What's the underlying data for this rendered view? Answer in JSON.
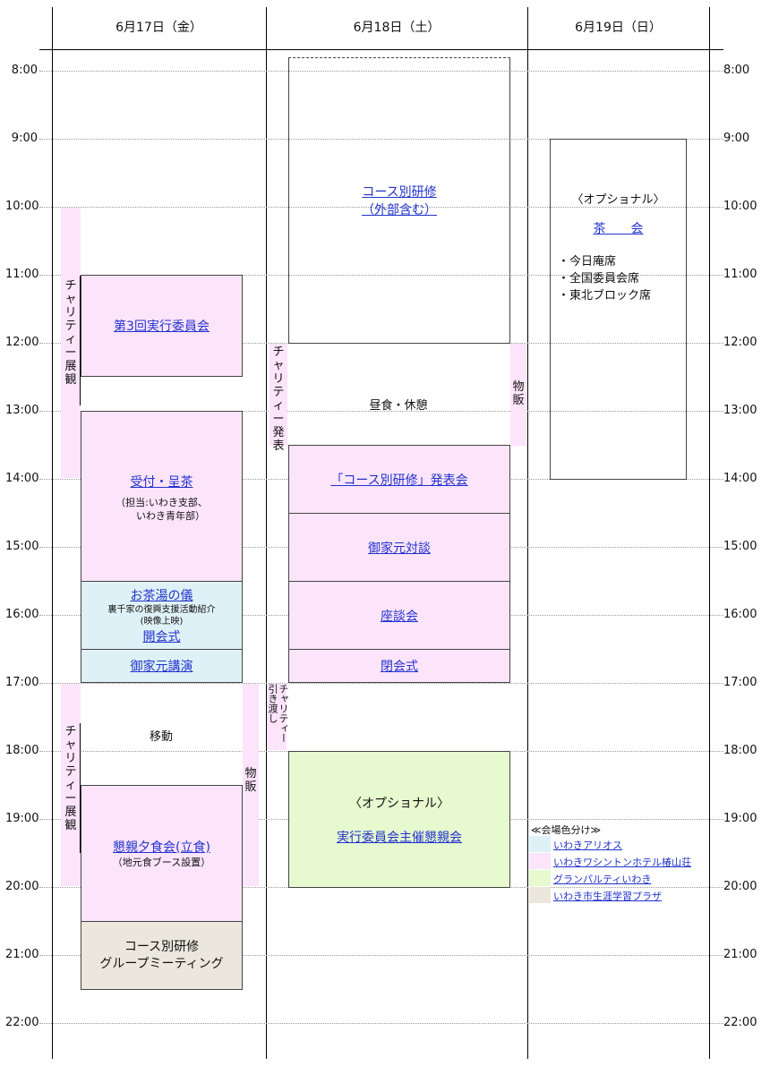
{
  "days": [
    "6月17日（金）",
    "6月18日（土）",
    "6月19日（日）"
  ],
  "times": [
    "8:00",
    "9:00",
    "10:00",
    "11:00",
    "12:00",
    "13:00",
    "14:00",
    "15:00",
    "16:00",
    "17:00",
    "18:00",
    "19:00",
    "20:00",
    "21:00",
    "22:00"
  ],
  "fri": {
    "charity_label": "チャリティー展観",
    "charity_label2": "チャリティー展観",
    "meeting": "第3回実行委員会",
    "reception": "受付・呈茶",
    "reception_note1": "（担当:いわき支部、",
    "reception_note2": "いわき青年部）",
    "ceremony": "お茶湯の儀",
    "ceremony_note1": "裏千家の復興支援活動紹介",
    "ceremony_note2": "(映像上映)",
    "opening": "開会式",
    "lecture": "御家元講演",
    "move": "移動",
    "dinner": "懇親夕食会(立食)",
    "dinner_note": "（地元食ブース設置）",
    "sales": "物販",
    "group1": "コース別研修",
    "group2": "グループミーティング"
  },
  "sat": {
    "course1": "コース別研修",
    "course2": "（外部含む）",
    "charity_presentation": "チャリティー発表",
    "sales": "物販",
    "lunch": "昼食・休憩",
    "presentation": "「コース別研修」発表会",
    "dialogue": "御家元対談",
    "round_table": "座談会",
    "closing": "閉会式",
    "handover": "チャリティー引き渡し",
    "optional": "〈オプショナル〉",
    "party": "実行委員会主催懇親会"
  },
  "sun": {
    "optional": "〈オプショナル〉",
    "tea": "茶　　会",
    "seats": [
      "・今日庵席",
      "・全国委員会席",
      "・東北ブロック席"
    ]
  },
  "legend": {
    "title": "≪会場色分け≫",
    "items": [
      {
        "label": "いわきアリオス",
        "color": "#def1f6"
      },
      {
        "label": "いわきワシントンホテル椿山荘",
        "color": "#fce4fb"
      },
      {
        "label": "グランパルティいわき",
        "color": "#e6f9cf"
      },
      {
        "label": "いわき市生涯学習プラザ",
        "color": "#ebe7dc"
      }
    ]
  }
}
